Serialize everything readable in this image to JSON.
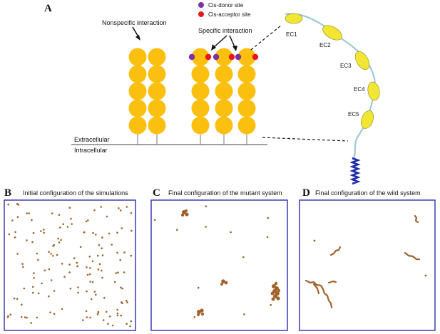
{
  "panel_a": {
    "letter": "A",
    "legend": {
      "donor_label": "Cis-donor site",
      "acceptor_label": "Cis-acceptor site",
      "donor_color": "#7b2fa8",
      "acceptor_color": "#e8161b"
    },
    "nonspecific_label": "Nonspecific interaction",
    "specific_label": "Specific interaction",
    "extracellular_label": "Extracellular",
    "intracellular_label": "Intracellular",
    "domain_labels": [
      "EC1",
      "EC2",
      "EC3",
      "EC4",
      "EC5"
    ],
    "bead_color": "#fbbf10",
    "helix_color": "#1f2ea8",
    "ribbon_color": "#f2e634"
  },
  "panel_b": {
    "letter": "B",
    "title": "Initial configuration of the simulations"
  },
  "panel_c": {
    "letter": "C",
    "title": "Final configuration of the mutant system"
  },
  "panel_d": {
    "letter": "D",
    "title": "Final configuration of the wild system"
  },
  "colors": {
    "frame": "#3b3bb0",
    "particle": "#a0622a"
  }
}
